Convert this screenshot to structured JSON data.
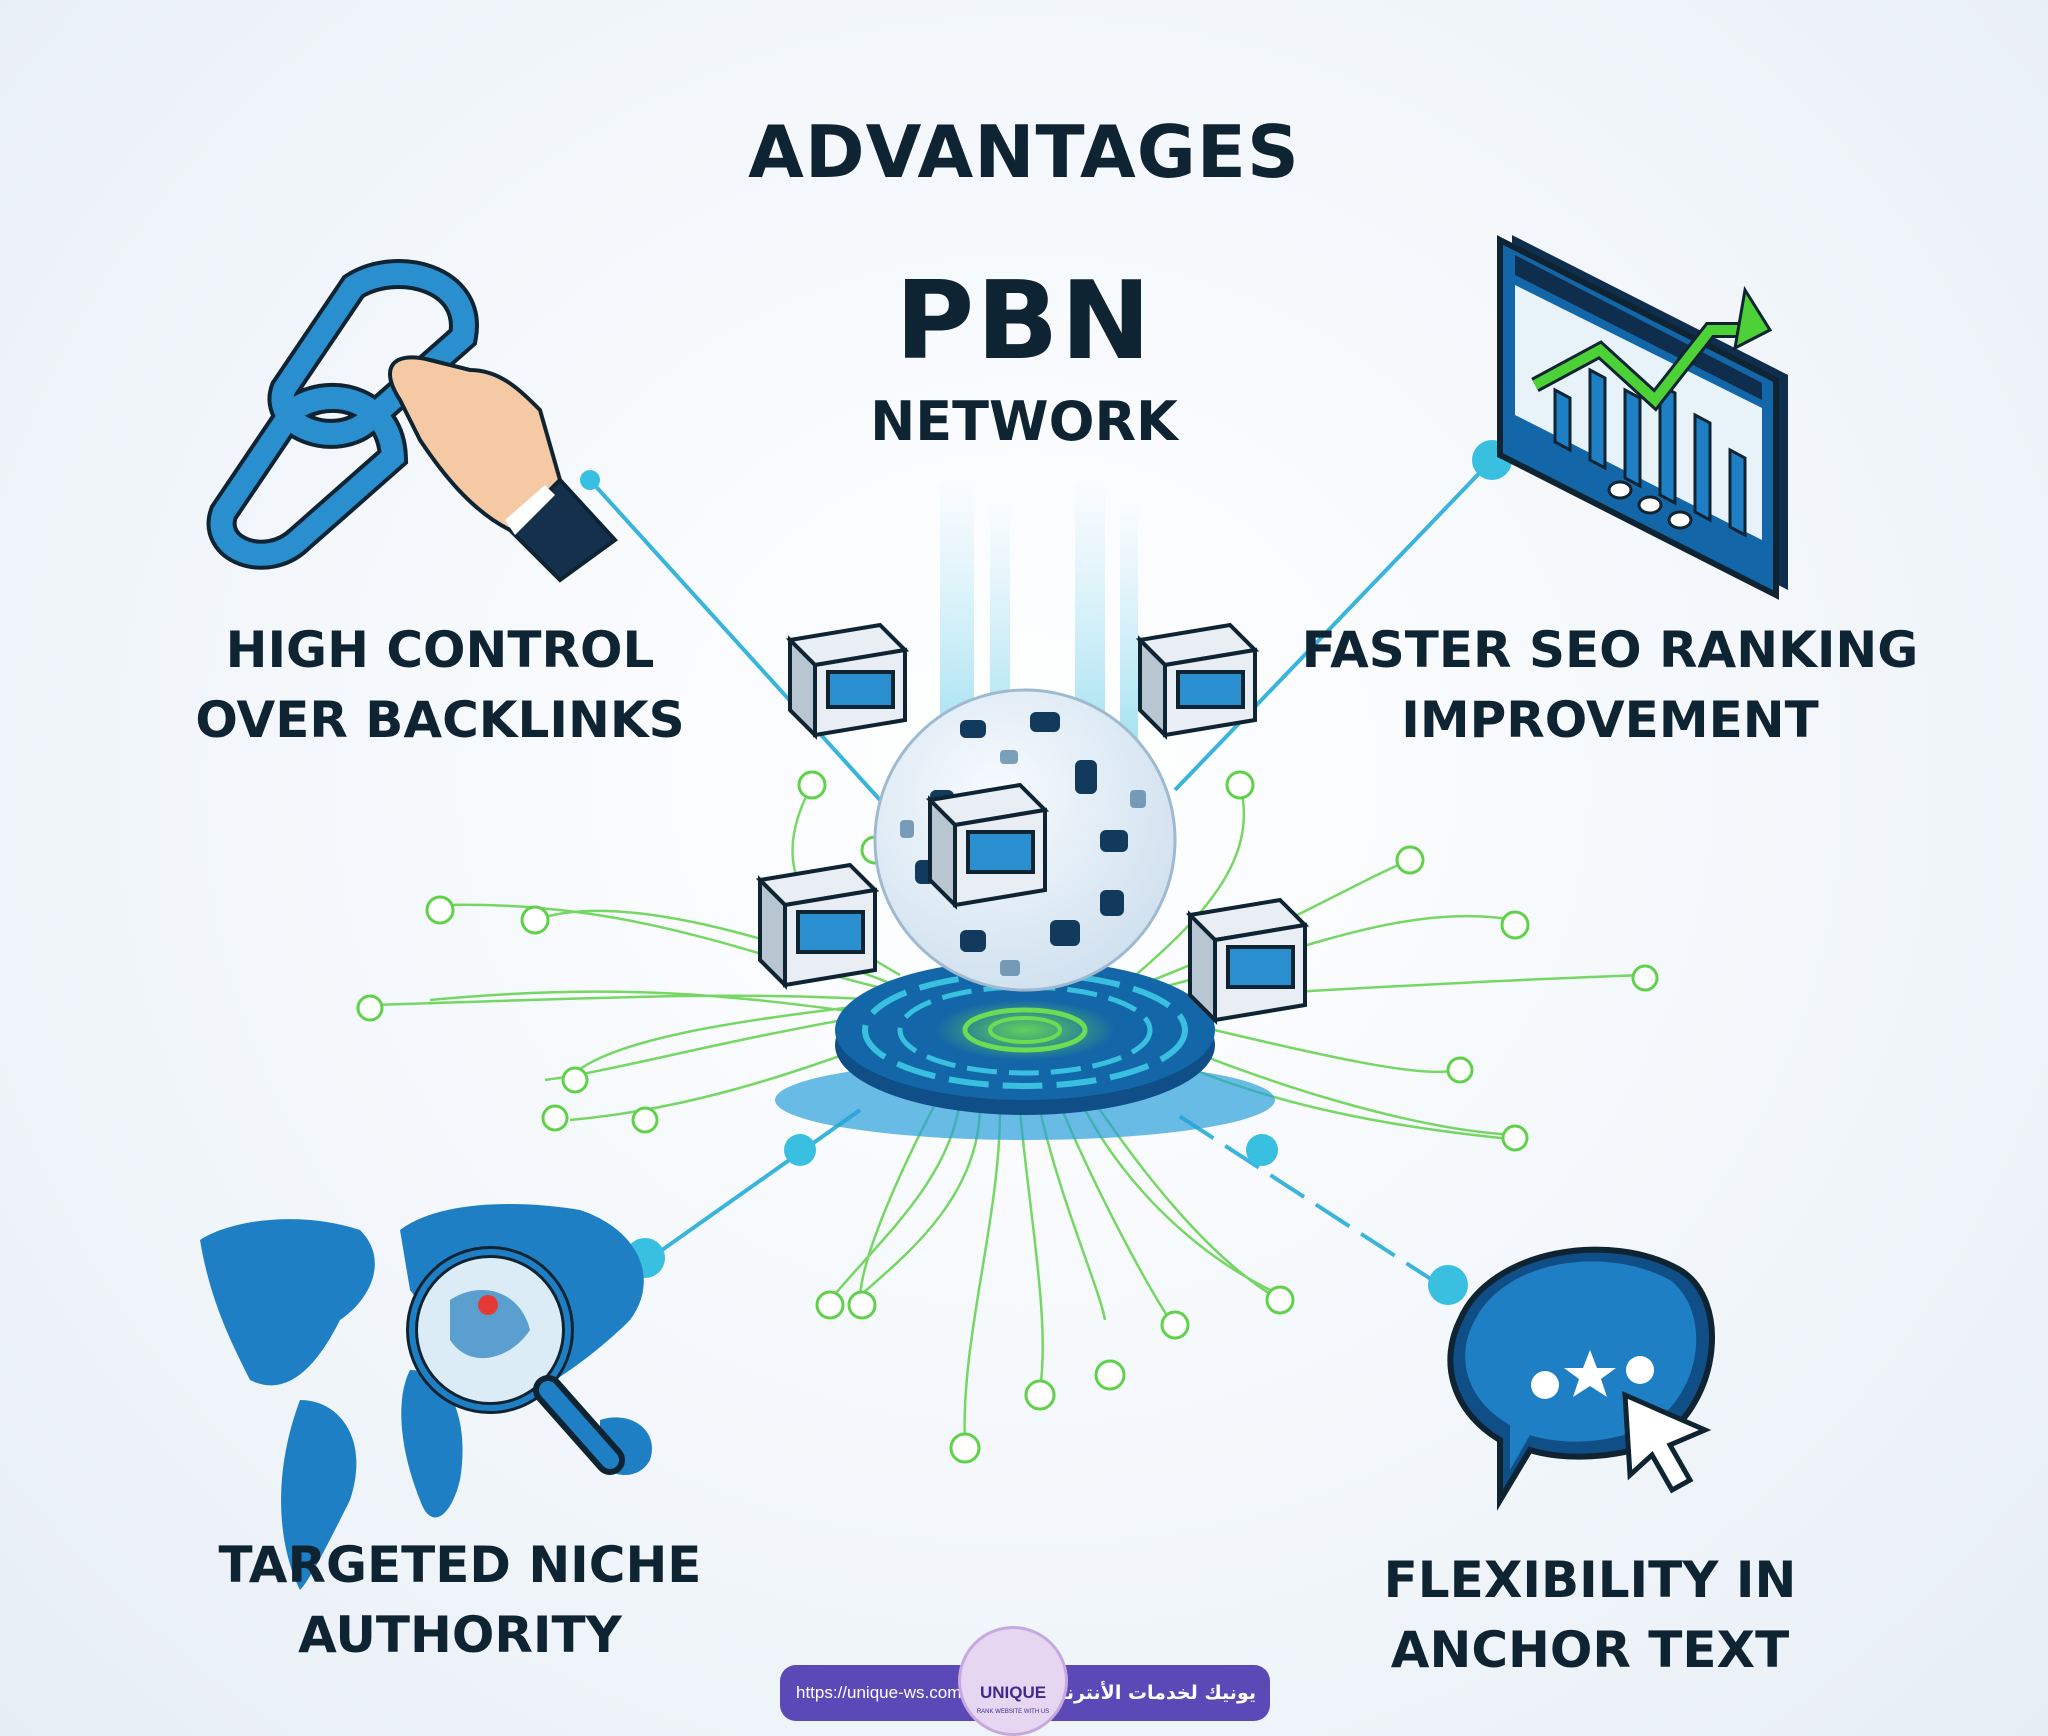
{
  "title": "ADVANTAGES",
  "center": {
    "main": "PBN",
    "sub": "NETWORK"
  },
  "advantages": [
    {
      "line1": "HIGH CONTROL",
      "line2": "OVER BACKLINKS",
      "icon": "chain-link-hand-icon"
    },
    {
      "line1": "FASTER SEO RANKING",
      "line2": "IMPROVEMENT",
      "icon": "growth-chart-monitor-icon"
    },
    {
      "line1": "TARGETED NICHE",
      "line2": "AUTHORITY",
      "icon": "world-map-magnifier-icon"
    },
    {
      "line1": "FLEXIBILITY IN",
      "line2": "ANCHOR TEXT",
      "icon": "chat-bubble-cursor-icon"
    }
  ],
  "badge": {
    "url": "https://unique-ws.com",
    "arabic": "يونيك لخدمات الأنترنت",
    "logo_text": "UNIQUE",
    "logo_tagline": "RANK WEBSITE WITH US"
  },
  "colors": {
    "primary_blue": "#1f7fc4",
    "dark_navy": "#0f2433",
    "accent_green": "#4cd137",
    "cyan": "#39c0e0",
    "badge_purple": "#5b49b8"
  }
}
